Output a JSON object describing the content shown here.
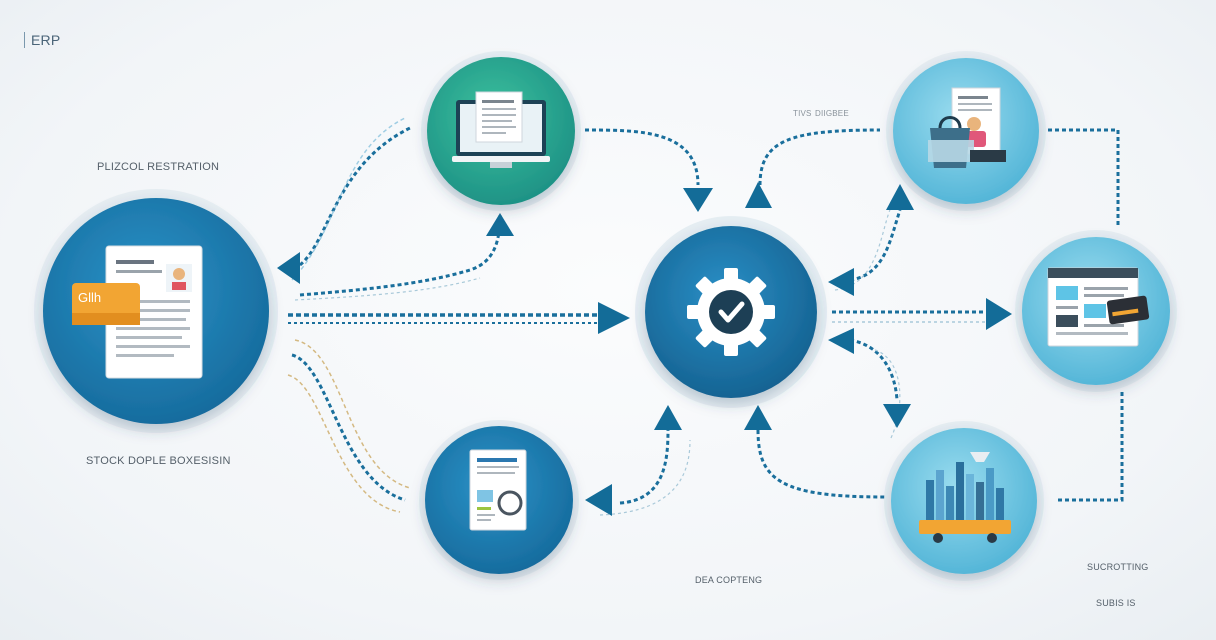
{
  "header": {
    "title": "ERP"
  },
  "labels": {
    "registration": "PLIZCOL RESTRATION",
    "stock": "STOCK DOPLE BOXESISIN",
    "data": "DEA COPTENG",
    "sub": "SUCROTTING",
    "small": "SUBIS IS",
    "top_a": "TIVS",
    "top_b": "DIIGBEE"
  },
  "card": {
    "text": "Gllh"
  },
  "colors": {
    "primary_blue": "#1e7fb4",
    "dark_blue": "#135e8a",
    "teal": "#2aa58a",
    "light_blue": "#6cc7e0",
    "arrow": "#136c98",
    "accent_orange": "#f2a533"
  },
  "nodes": [
    {
      "id": "registration",
      "icon": "document-icon"
    },
    {
      "id": "computer",
      "icon": "monitor-icon"
    },
    {
      "id": "report",
      "icon": "report-icon"
    },
    {
      "id": "hub",
      "icon": "gear-check-icon"
    },
    {
      "id": "shopping",
      "icon": "shopping-icon"
    },
    {
      "id": "web",
      "icon": "webpage-icon"
    },
    {
      "id": "warehouse",
      "icon": "warehouse-icon"
    }
  ]
}
